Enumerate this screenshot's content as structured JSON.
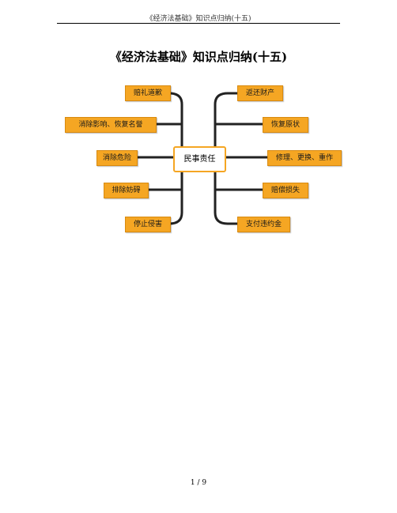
{
  "header": {
    "text": "《经济法基础》知识点归纳(十五)"
  },
  "title": "《经济法基础》知识点归纳(十五)",
  "diagram": {
    "center": "民事责任",
    "left_items": [
      "赔礼道歉",
      "消除影响、恢复名誉",
      "消除危险",
      "排除妨碍",
      "停止侵害"
    ],
    "right_items": [
      "返还财产",
      "恢复原状",
      "修理、更换、重作",
      "赔偿损失",
      "支付违约金"
    ],
    "box_color": "#f5a623",
    "line_color": "#222222"
  },
  "footer": {
    "page": "1 / 9"
  }
}
